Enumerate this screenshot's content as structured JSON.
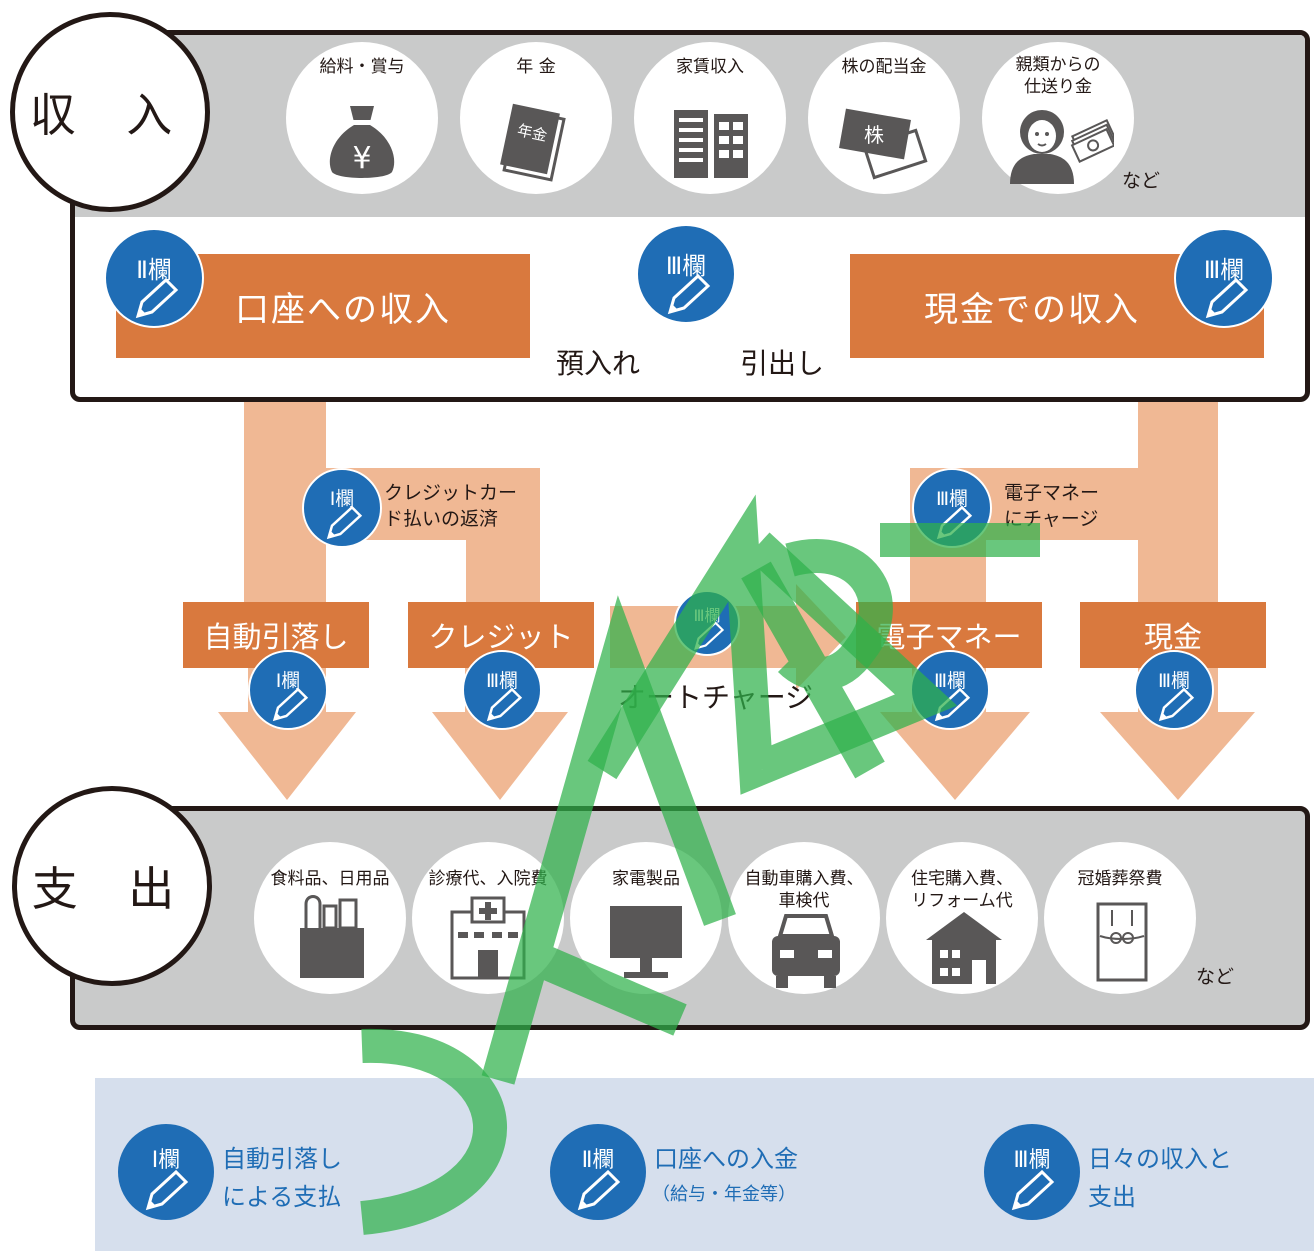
{
  "income": {
    "title": "収 入",
    "items": [
      {
        "label": "給料・賞与",
        "icon": "money-bag-icon"
      },
      {
        "label": "年 金",
        "icon": "pension-book-icon"
      },
      {
        "label": "家賃収入",
        "icon": "apartment-building-icon"
      },
      {
        "label": "株の配当金",
        "icon": "stock-certificate-icon"
      },
      {
        "label": "親類からの\n仕送り金",
        "icon": "woman-with-money-icon"
      }
    ],
    "etc": "など",
    "pension_icon_text": "年金",
    "stock_icon_text": "株",
    "yen_symbol": "¥"
  },
  "flows": {
    "account_income": "口座への収入",
    "cash_income": "現金での収入",
    "deposit": "預入れ",
    "withdraw": "引出し",
    "credit_repay": "クレジットカー\nド払いの返済",
    "emoney_charge": "電子マネー\nにチャージ",
    "auto_charge": "オートチャージ"
  },
  "methods": [
    "自動引落し",
    "クレジット",
    "電子マネー",
    "現金"
  ],
  "badges": {
    "col1": "Ⅰ欄",
    "col2": "Ⅱ欄",
    "col3": "Ⅲ欄"
  },
  "expense": {
    "title": "支 出",
    "items": [
      {
        "label": "食料品、日用品",
        "icon": "grocery-bag-icon"
      },
      {
        "label": "診療代、入院費",
        "icon": "hospital-icon"
      },
      {
        "label": "家電製品",
        "icon": "monitor-icon"
      },
      {
        "label": "自動車購入費、\n車検代",
        "icon": "car-icon"
      },
      {
        "label": "住宅購入費、\nリフォーム代",
        "icon": "house-icon"
      },
      {
        "label": "冠婚葬祭費",
        "icon": "envelope-icon"
      }
    ],
    "etc": "など"
  },
  "legend": [
    {
      "badge": "Ⅰ欄",
      "text": "自動引落し\nによる支払"
    },
    {
      "badge": "Ⅱ欄",
      "text": "口座への入金",
      "sub": "（給与・年金等）"
    },
    {
      "badge": "Ⅲ欄",
      "text": "日々の収入と\n支出"
    }
  ],
  "watermark": "SAMPLE",
  "colors": {
    "orange": "#d9793e",
    "arrow": "#f0b894",
    "blue": "#1f6db5",
    "grey": "#c9caca",
    "legend_bg": "#d6dfed",
    "watermark": "#2fb24b"
  }
}
